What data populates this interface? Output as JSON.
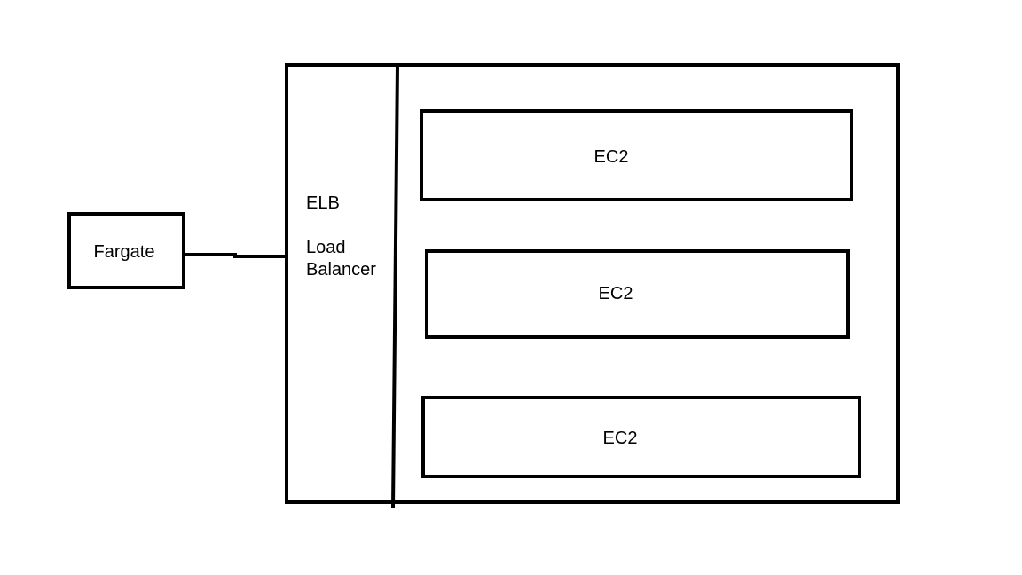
{
  "diagram": {
    "fargate": {
      "label": "Fargate"
    },
    "load_balancer": {
      "label_line1": "ELB",
      "label_line2": "Load",
      "label_line3": "Balancer"
    },
    "instances": [
      {
        "label": "EC2"
      },
      {
        "label": "EC2"
      },
      {
        "label": "EC2"
      }
    ]
  },
  "colors": {
    "stroke": "#000000",
    "background": "#ffffff"
  }
}
